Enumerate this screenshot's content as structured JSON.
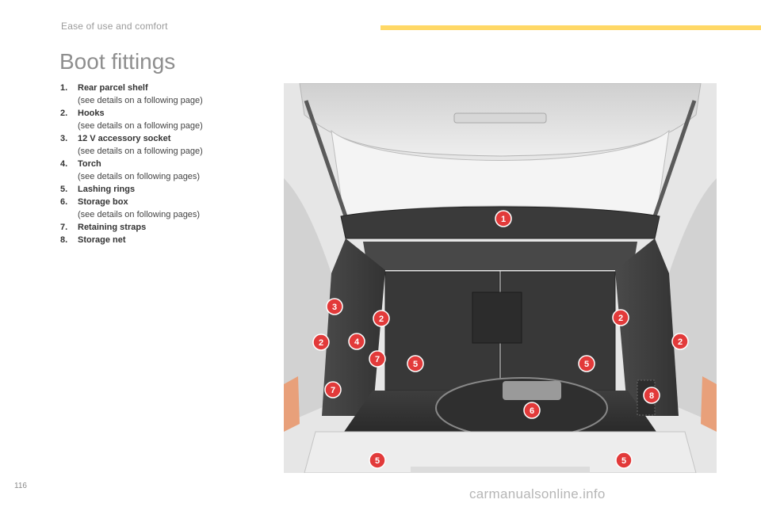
{
  "header": {
    "section": "Ease of use and comfort",
    "accent_color": "#ffd866"
  },
  "title": "Boot fittings",
  "items": [
    {
      "num": "1.",
      "label": "Rear parcel shelf",
      "desc": "(see details on a following page)"
    },
    {
      "num": "2.",
      "label": "Hooks",
      "desc": "(see details on a following page)"
    },
    {
      "num": "3.",
      "label": "12 V accessory socket",
      "desc": "(see details on a following page)"
    },
    {
      "num": "4.",
      "label": "Torch",
      "desc": "(see details on following pages)"
    },
    {
      "num": "5.",
      "label": "Lashing rings",
      "desc": ""
    },
    {
      "num": "6.",
      "label": "Storage box",
      "desc": "(see details on following pages)"
    },
    {
      "num": "7.",
      "label": "Retaining straps",
      "desc": ""
    },
    {
      "num": "8.",
      "label": "Storage net",
      "desc": ""
    }
  ],
  "callouts": [
    "1",
    "2",
    "3",
    "2",
    "2",
    "4",
    "7",
    "5",
    "5",
    "2",
    "7",
    "8",
    "6",
    "5",
    "5"
  ],
  "callout_color": "#e23a3a",
  "footer": {
    "page_number": "116",
    "watermark": "carmanualsonline.info"
  }
}
